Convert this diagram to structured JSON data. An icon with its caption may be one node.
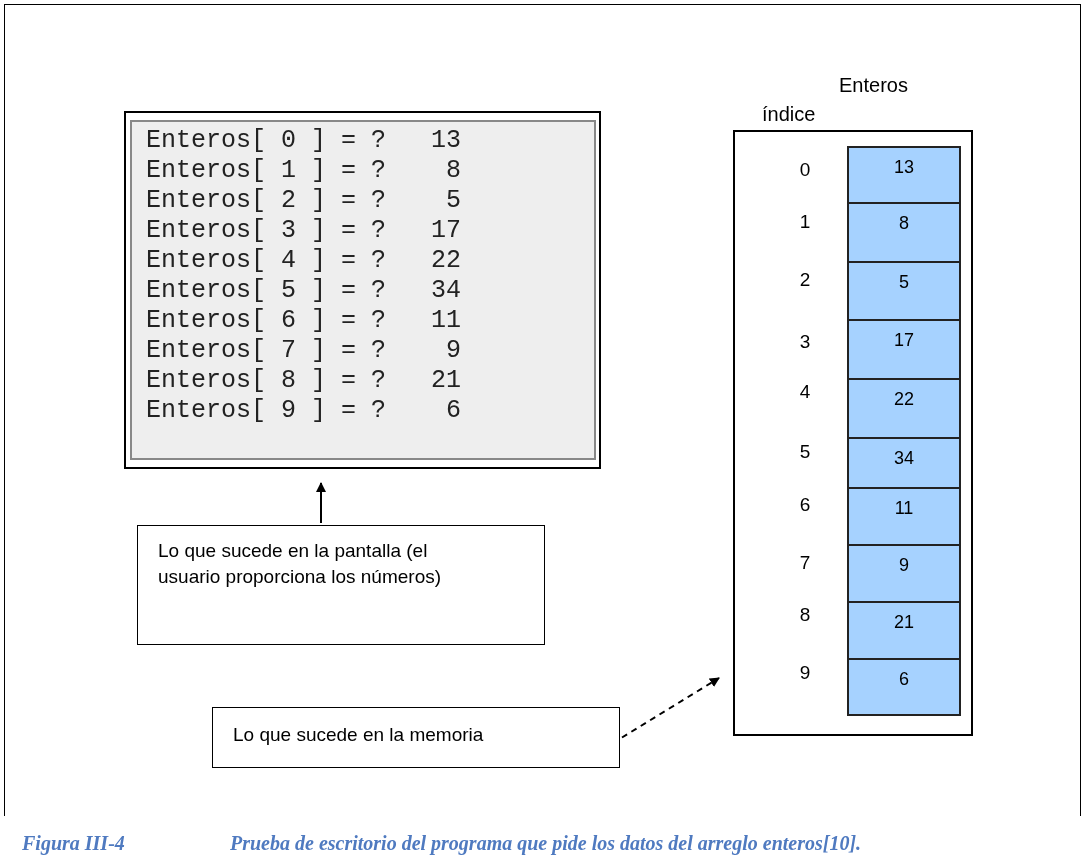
{
  "diagram": {
    "caption": "Prueba de escritorio del programa que pide los datos del arreglo **enteros[10]**.",
    "nodes": [
      {
        "text": [
          "Enteros[ 0 ] = ?   13",
          "Enteros[ 1 ] = ?    8",
          "Enteros[ 2 ] = ?    5",
          "Enteros[ 3 ] = ?   17",
          "Enteros[ 4 ] = ?   22",
          "Enteros[ 5 ] = ?   34",
          "Enteros[ 6 ] = ?   11",
          "Enteros[ 7 ] = ?    9",
          "Enteros[ 8 ] = ?   21",
          "Enteros[ 9 ] = ?    6"
        ]
      },
      {
        "text": [
          "Lo que sucede en la pantalla (el usuario proporciona los números)"
        ]
      },
      {
        "text": [
          "Enteros",
          "índice"
        ]
      },
      {
        "text": [
          "13"
        ],
        "in": 2
      },
      {
        "text": [
          "8"
        ],
        "in": 2
      },
      {
        "text": [
          "5"
        ],
        "in": 2
      },
      {
        "text": [
          "17"
        ],
        "in": 2
      },
      {
        "text": [
          "22"
        ],
        "in": 2
      },
      {
        "text": [
          "34"
        ],
        "in": 2
      },
      {
        "text": [
          "11"
        ],
        "in": 2
      },
      {
        "text": [
          "9"
        ],
        "in": 2
      },
      {
        "text": [
          "21"
        ],
        "in": 2
      },
      {
        "text": [
          "6"
        ],
        "in": 2
      },
      {
        "text": [
          "Lo que sucede en la memoria"
        ]
      }
    ],
    "edges": [
      {
        "from": 1,
        "to": 0,
        "arrow": "to"
      },
      {
        "from": 13,
        "to": 2,
        "arrow": "to",
        "style": "dashed"
      }
    ],
    "labels": [
      "0",
      "1",
      "2",
      "3",
      "4",
      "5",
      "6",
      "7",
      "8",
      "9",
      "Figura III-4"
    ]
  }
}
